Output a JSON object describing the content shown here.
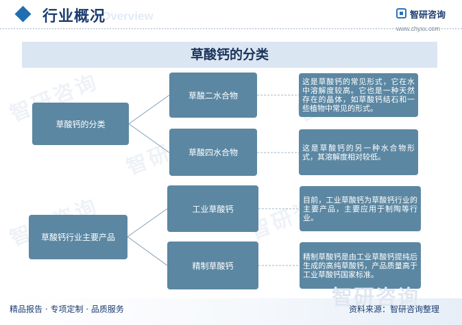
{
  "header": {
    "title": "行业概况",
    "overview": "Overview",
    "logo_name": "智研咨询",
    "logo_url": "www.chyxx.com"
  },
  "banner": {
    "title": "草酸钙的分类"
  },
  "watermark_text": "智研咨询",
  "diagram": {
    "groups": [
      {
        "label": "草酸钙的分类",
        "children": [
          {
            "label": "草酸二水合物",
            "desc": "这是草酸钙的常见形式，它在水中溶解度较高。它也是一种天然存在的晶体，如草酸钙结石和一些植物中常见的形式。"
          },
          {
            "label": "草酸四水合物",
            "desc": "这是草酸钙的另一种水合物形式，其溶解度相对较低。"
          }
        ]
      },
      {
        "label": "草酸钙行业主要产品",
        "children": [
          {
            "label": "工业草酸钙",
            "desc": "目前，工业草酸钙为草酸钙行业的主要产品，主要应用于制陶等行业。"
          },
          {
            "label": "精制草酸钙",
            "desc": "精制草酸钙是由工业草酸钙提纯后生成的高纯草酸钙，产品质量高于工业草酸钙国家标准。"
          }
        ]
      }
    ]
  },
  "footer": {
    "left": "精品报告 · 专项定制 · 品质服务",
    "right": "资料来源：智研咨询整理",
    "watermark": "智研咨询"
  },
  "colors": {
    "box": "#5b87a2",
    "line": "#7f9db3",
    "title": "#1b3c6e",
    "banner_bg": "#dbe6f3"
  }
}
